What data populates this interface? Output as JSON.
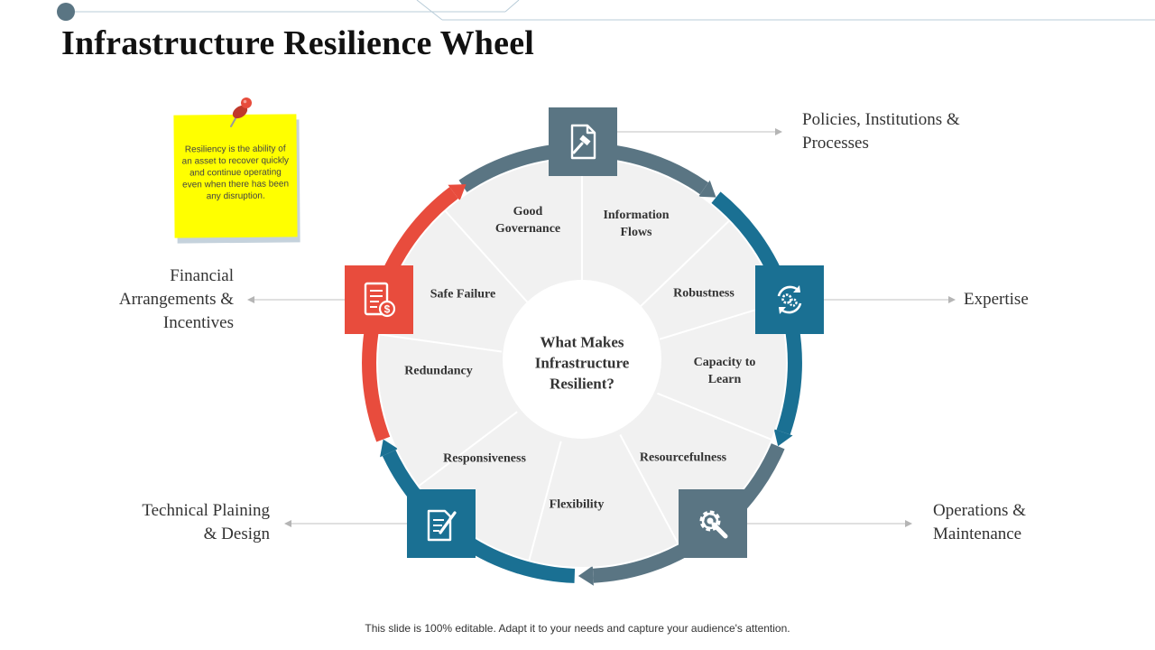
{
  "title": "Infrastructure Resilience Wheel",
  "center": {
    "line1": "What Makes",
    "line2": "Infrastructure",
    "line3": "Resilient?"
  },
  "segments": [
    {
      "line1": "Good",
      "line2": "Governance"
    },
    {
      "line1": "Information",
      "line2": "Flows"
    },
    {
      "line1": "Robustness",
      "line2": ""
    },
    {
      "line1": "Capacity to",
      "line2": "Learn"
    },
    {
      "line1": "Resourcefulness",
      "line2": ""
    },
    {
      "line1": "Flexibility",
      "line2": ""
    },
    {
      "line1": "Responsiveness",
      "line2": ""
    },
    {
      "line1": "Redundancy",
      "line2": ""
    },
    {
      "line1": "Safe Failure",
      "line2": ""
    }
  ],
  "outer_labels": {
    "policies": {
      "line1": "Policies, Institutions &",
      "line2": "Processes"
    },
    "expertise": {
      "line1": "Expertise"
    },
    "operations": {
      "line1": "Operations &",
      "line2": "Maintenance"
    },
    "technical": {
      "line1": "Technical Plaining",
      "line2": "& Design"
    },
    "financial": {
      "line1": "Financial",
      "line2": "Arrangements &",
      "line3": "Incentives"
    }
  },
  "note": "Resiliency is the ability of an asset to recover quickly and continue operating even when there has been any disruption.",
  "footer": "This slide is 100% editable. Adapt it to your needs and capture your audience's attention.",
  "colors": {
    "slate": "#5a7583",
    "teal_blue": "#1a7093",
    "red": "#e84c3d",
    "wheel_fill": "#f1f1f1",
    "sticky_note": "#ffff00"
  },
  "icons": {
    "policies": "document-gavel-icon",
    "expertise": "gears-refresh-icon",
    "operations": "gear-wrench-icon",
    "technical": "document-pen-icon",
    "financial": "invoice-dollar-icon",
    "note": "push-pin-icon"
  }
}
